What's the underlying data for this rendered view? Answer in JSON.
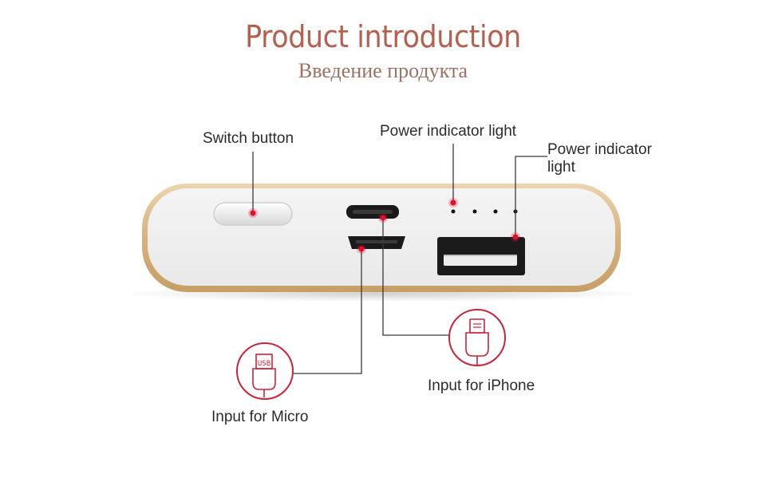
{
  "header": {
    "title": "Product introduction",
    "subtitle": "Введение продукта"
  },
  "labels": {
    "switch_button": "Switch button",
    "power_indicator_top": "Power indicator light",
    "power_indicator_right_line1": "Power indicator",
    "power_indicator_right_line2": "light",
    "input_iphone": "Input for iPhone",
    "input_micro": "Input for Micro"
  },
  "icons": {
    "micro": "usb-cable-icon",
    "iphone": "lightning-cable-icon"
  },
  "colors": {
    "title": "#b5604f",
    "accent_dot": "#e0102a",
    "icon_ring": "#c9243a",
    "frame": "#d9b98a"
  }
}
